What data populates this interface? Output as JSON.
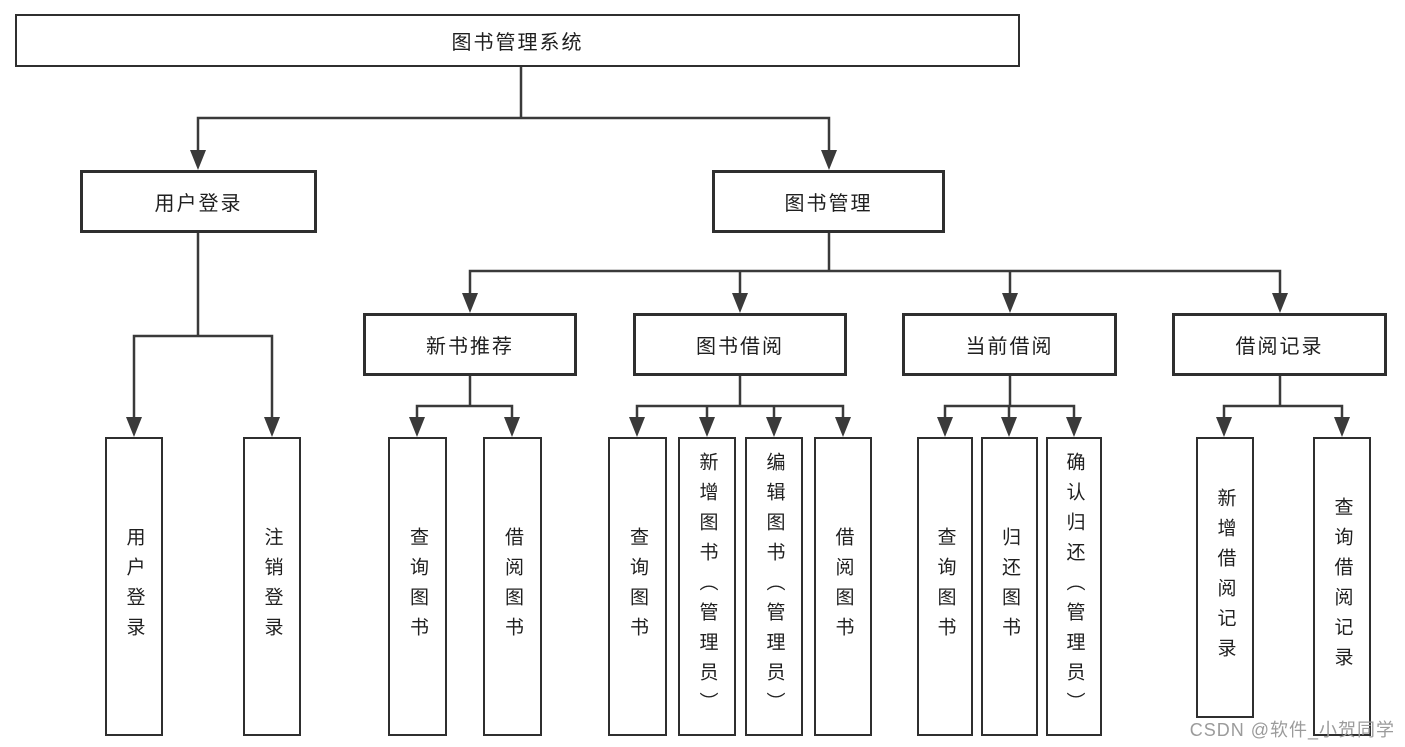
{
  "diagram": {
    "title": "图书管理系统",
    "branches": [
      {
        "label": "用户登录",
        "children": [
          "用户登录",
          "注销登录"
        ]
      },
      {
        "label": "图书管理",
        "sections": [
          {
            "label": "新书推荐",
            "children": [
              "查询图书",
              "借阅图书"
            ]
          },
          {
            "label": "图书借阅",
            "children": [
              "查询图书",
              "新增图书（管理员）",
              "编辑图书（管理员）",
              "借阅图书"
            ]
          },
          {
            "label": "当前借阅",
            "children": [
              "查询图书",
              "归还图书",
              "确认归还（管理员）"
            ]
          },
          {
            "label": "借阅记录",
            "children": [
              "新增借阅记录",
              "查询借阅记录"
            ]
          }
        ]
      }
    ]
  },
  "watermark": "CSDN @软件_小贺同学",
  "colors": {
    "background": "#ffffff",
    "line": "#3a3a3a",
    "box_border": "#2f2f2f",
    "text": "#1f1f1f",
    "watermark": "#9b9b9b"
  }
}
